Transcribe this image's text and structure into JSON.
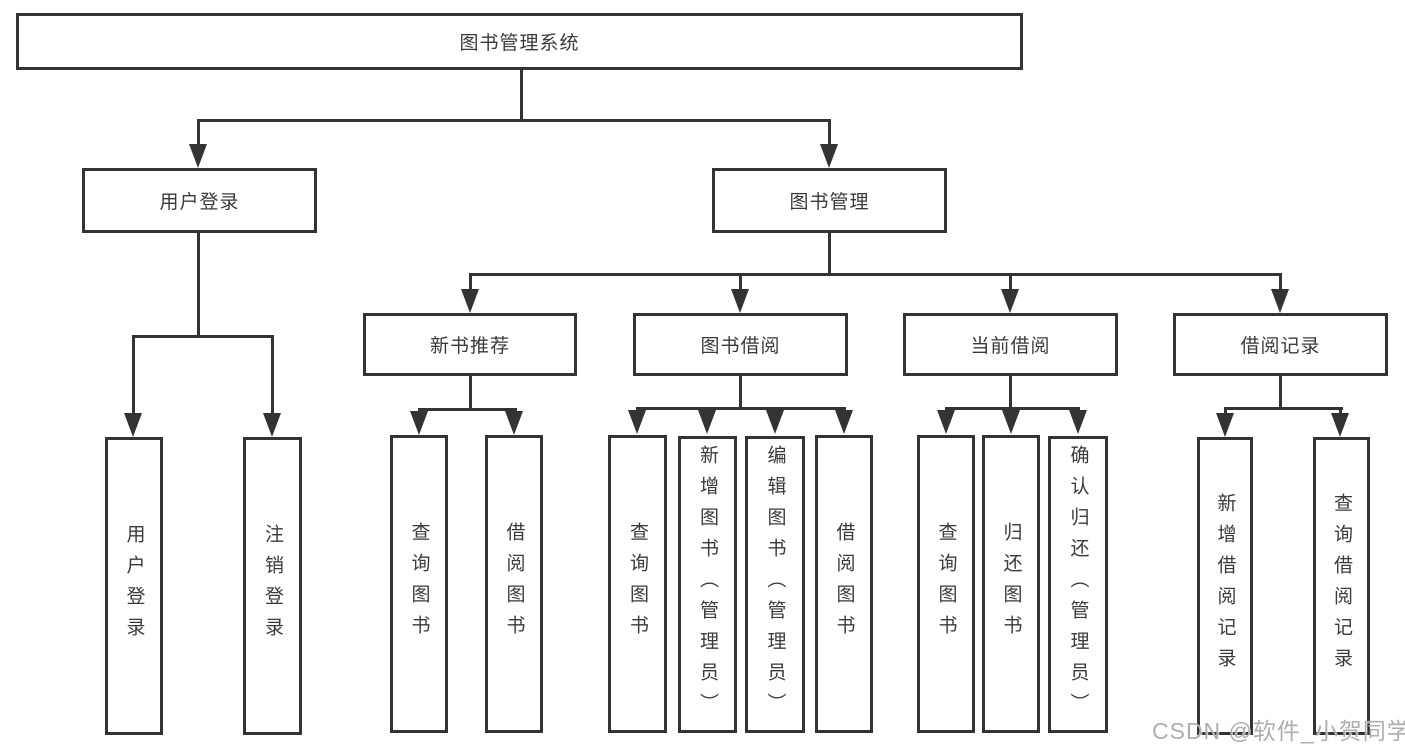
{
  "diagram_type": "hierarchy-tree",
  "colors": {
    "line": "#333333",
    "box_border": "#333333",
    "background": "#ffffff",
    "text": "#3a3a3a",
    "watermark": "#aeaeae"
  },
  "tree": {
    "label": "图书管理系统",
    "children": [
      {
        "label": "用户登录",
        "children": [
          {
            "label": "用户登录"
          },
          {
            "label": "注销登录"
          }
        ]
      },
      {
        "label": "图书管理",
        "children": [
          {
            "label": "新书推荐",
            "children": [
              {
                "label": "查询图书"
              },
              {
                "label": "借阅图书"
              }
            ]
          },
          {
            "label": "图书借阅",
            "children": [
              {
                "label": "查询图书"
              },
              {
                "label": "新增图书（管理员）"
              },
              {
                "label": "编辑图书（管理员）"
              },
              {
                "label": "借阅图书"
              }
            ]
          },
          {
            "label": "当前借阅",
            "children": [
              {
                "label": "查询图书"
              },
              {
                "label": "归还图书"
              },
              {
                "label": "确认归还（管理员）"
              }
            ]
          },
          {
            "label": "借阅记录",
            "children": [
              {
                "label": "新增借阅记录"
              },
              {
                "label": "查询借阅记录"
              }
            ]
          }
        ]
      }
    ]
  },
  "watermark": {
    "text": "CSDN @软件_小贺同学"
  }
}
